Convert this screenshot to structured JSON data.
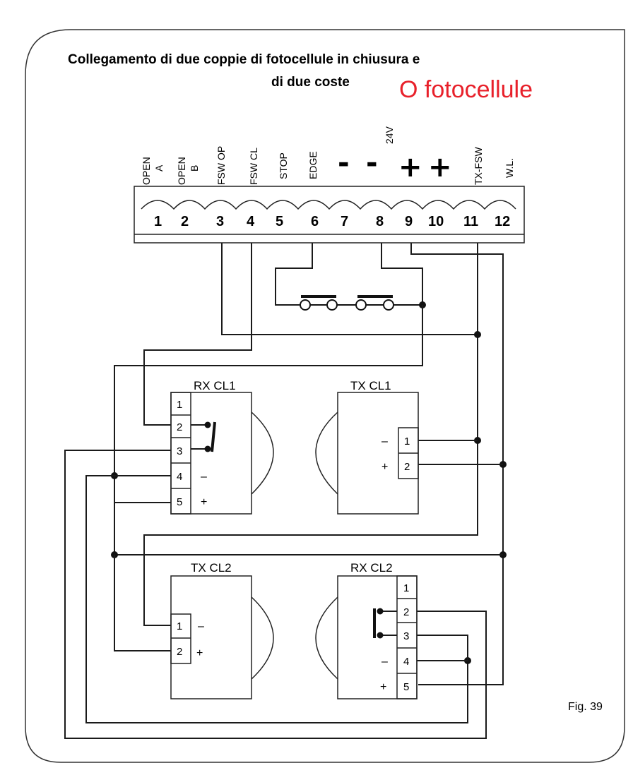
{
  "title": {
    "line1": "Collegamento di due coppie di fotocellule in chiusura e",
    "line2": "di due coste",
    "annotation": "O fotocellule",
    "annotation_color": "#e8202a"
  },
  "terminal_block": {
    "labels": {
      "t1_a": "OPEN",
      "t1_b": "A",
      "t2_a": "OPEN",
      "t2_b": "B",
      "t3": "FSW  OP",
      "t4": "FSW  CL",
      "t5": "STOP",
      "t6": "EDGE",
      "t7": "-",
      "t8": "-",
      "voltage": "24V",
      "t9": "+",
      "t10": "+",
      "t11": "TX-FSW",
      "t12": "W.L."
    },
    "numbers": [
      "1",
      "2",
      "3",
      "4",
      "5",
      "6",
      "7",
      "8",
      "9",
      "10",
      "11",
      "12"
    ]
  },
  "devices": {
    "rx_cl1": {
      "title": "RX CL1",
      "pins": [
        "1",
        "2",
        "3",
        "4",
        "5"
      ],
      "minus": "–",
      "plus": "+"
    },
    "tx_cl1": {
      "title": "TX CL1",
      "pins": [
        "1",
        "2"
      ],
      "minus": "–",
      "plus": "+"
    },
    "tx_cl2": {
      "title": "TX CL2",
      "pins": [
        "1",
        "2"
      ],
      "minus": "–",
      "plus": "+"
    },
    "rx_cl2": {
      "title": "RX CL2",
      "pins": [
        "1",
        "2",
        "3",
        "4",
        "5"
      ],
      "minus": "–",
      "plus": "+"
    }
  },
  "figure_label": "Fig. 39"
}
